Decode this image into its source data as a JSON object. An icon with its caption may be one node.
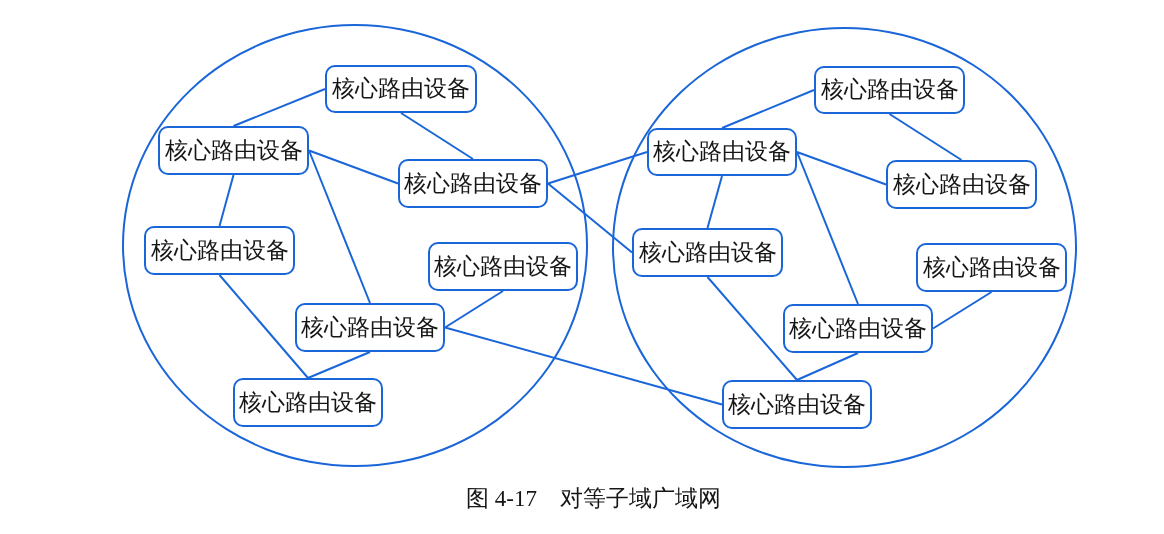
{
  "diagram": {
    "caption": "图 4-17　对等子域广域网",
    "nodes": [
      {
        "text": [],
        "shape": "circle"
      },
      {
        "text": [
          "核心路由设备"
        ],
        "in": 0
      },
      {
        "text": [
          "核心路由设备"
        ],
        "in": 0
      },
      {
        "text": [
          "核心路由设备"
        ],
        "in": 0
      },
      {
        "text": [
          "核心路由设备"
        ],
        "in": 0
      },
      {
        "text": [
          "核心路由设备"
        ],
        "in": 0
      },
      {
        "text": [
          "核心路由设备"
        ],
        "in": 0
      },
      {
        "text": [
          "核心路由设备"
        ],
        "in": 0
      },
      {
        "text": [],
        "shape": "circle"
      },
      {
        "text": [
          "核心路由设备"
        ],
        "in": 8
      },
      {
        "text": [
          "核心路由设备"
        ],
        "in": 8
      },
      {
        "text": [
          "核心路由设备"
        ],
        "in": 8
      },
      {
        "text": [
          "核心路由设备"
        ],
        "in": 8
      },
      {
        "text": [
          "核心路由设备"
        ],
        "in": 8
      },
      {
        "text": [
          "核心路由设备"
        ],
        "in": 8
      },
      {
        "text": [
          "核心路由设备"
        ],
        "in": 8
      }
    ],
    "edges": [
      {
        "from": 2,
        "to": 1,
        "arrow": "none"
      },
      {
        "from": 1,
        "to": 3,
        "arrow": "none"
      },
      {
        "from": 2,
        "to": 3,
        "arrow": "none"
      },
      {
        "from": 2,
        "to": 4,
        "arrow": "none"
      },
      {
        "from": 2,
        "to": 6,
        "arrow": "none"
      },
      {
        "from": 3,
        "to": 10,
        "arrow": "none"
      },
      {
        "from": 3,
        "to": 12,
        "arrow": "none"
      },
      {
        "from": 4,
        "to": 7,
        "arrow": "none"
      },
      {
        "from": 6,
        "to": 5,
        "arrow": "none"
      },
      {
        "from": 6,
        "to": 7,
        "arrow": "none"
      },
      {
        "from": 6,
        "to": 15,
        "arrow": "none"
      },
      {
        "from": 10,
        "to": 9,
        "arrow": "none"
      },
      {
        "from": 9,
        "to": 11,
        "arrow": "none"
      },
      {
        "from": 10,
        "to": 11,
        "arrow": "none"
      },
      {
        "from": 10,
        "to": 12,
        "arrow": "none"
      },
      {
        "from": 10,
        "to": 14,
        "arrow": "none"
      },
      {
        "from": 12,
        "to": 15,
        "arrow": "none"
      },
      {
        "from": 14,
        "to": 13,
        "arrow": "none"
      },
      {
        "from": 14,
        "to": 15,
        "arrow": "none"
      }
    ]
  }
}
